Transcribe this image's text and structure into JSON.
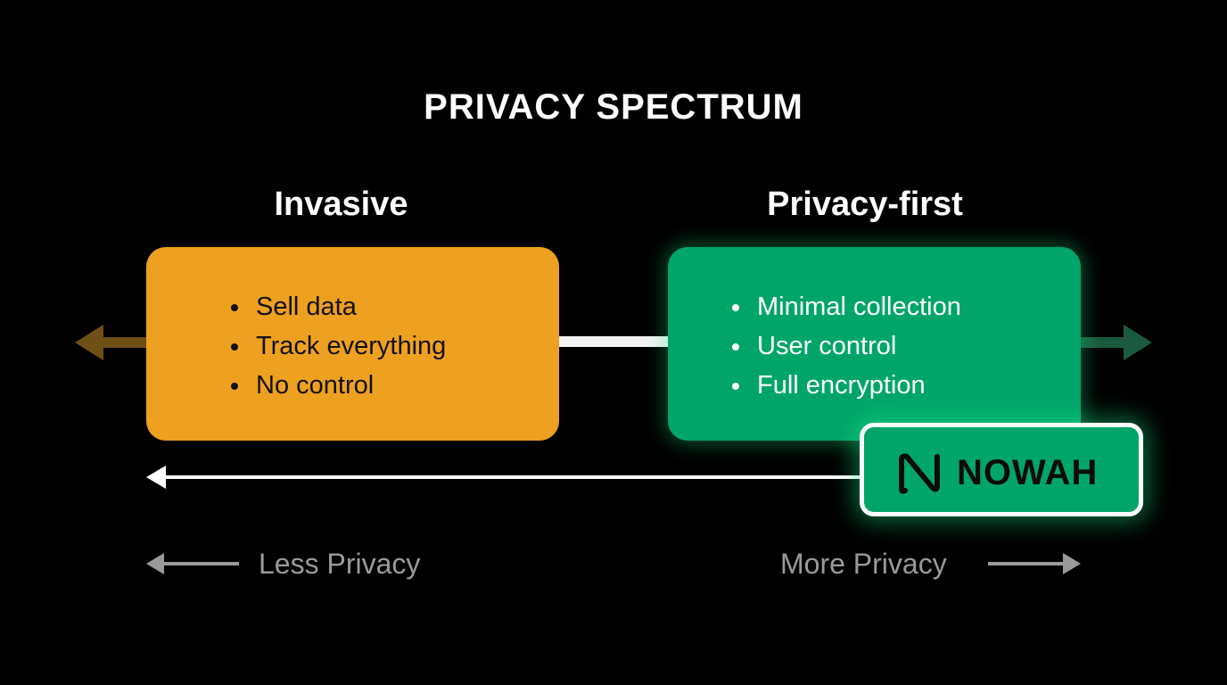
{
  "title": "PRIVACY SPECTRUM",
  "left": {
    "heading": "Invasive",
    "items": [
      "Sell data",
      "Track everything",
      "No control"
    ],
    "color": "#eea020"
  },
  "right": {
    "heading": "Privacy-first",
    "items": [
      "Minimal collection",
      "User control",
      "Full encryption"
    ],
    "color": "#01a56a"
  },
  "badge": {
    "brand": "NOWAH",
    "logo_icon": "nowah-logo-icon"
  },
  "axis": {
    "less_label": "Less Privacy",
    "more_label": "More Privacy"
  }
}
